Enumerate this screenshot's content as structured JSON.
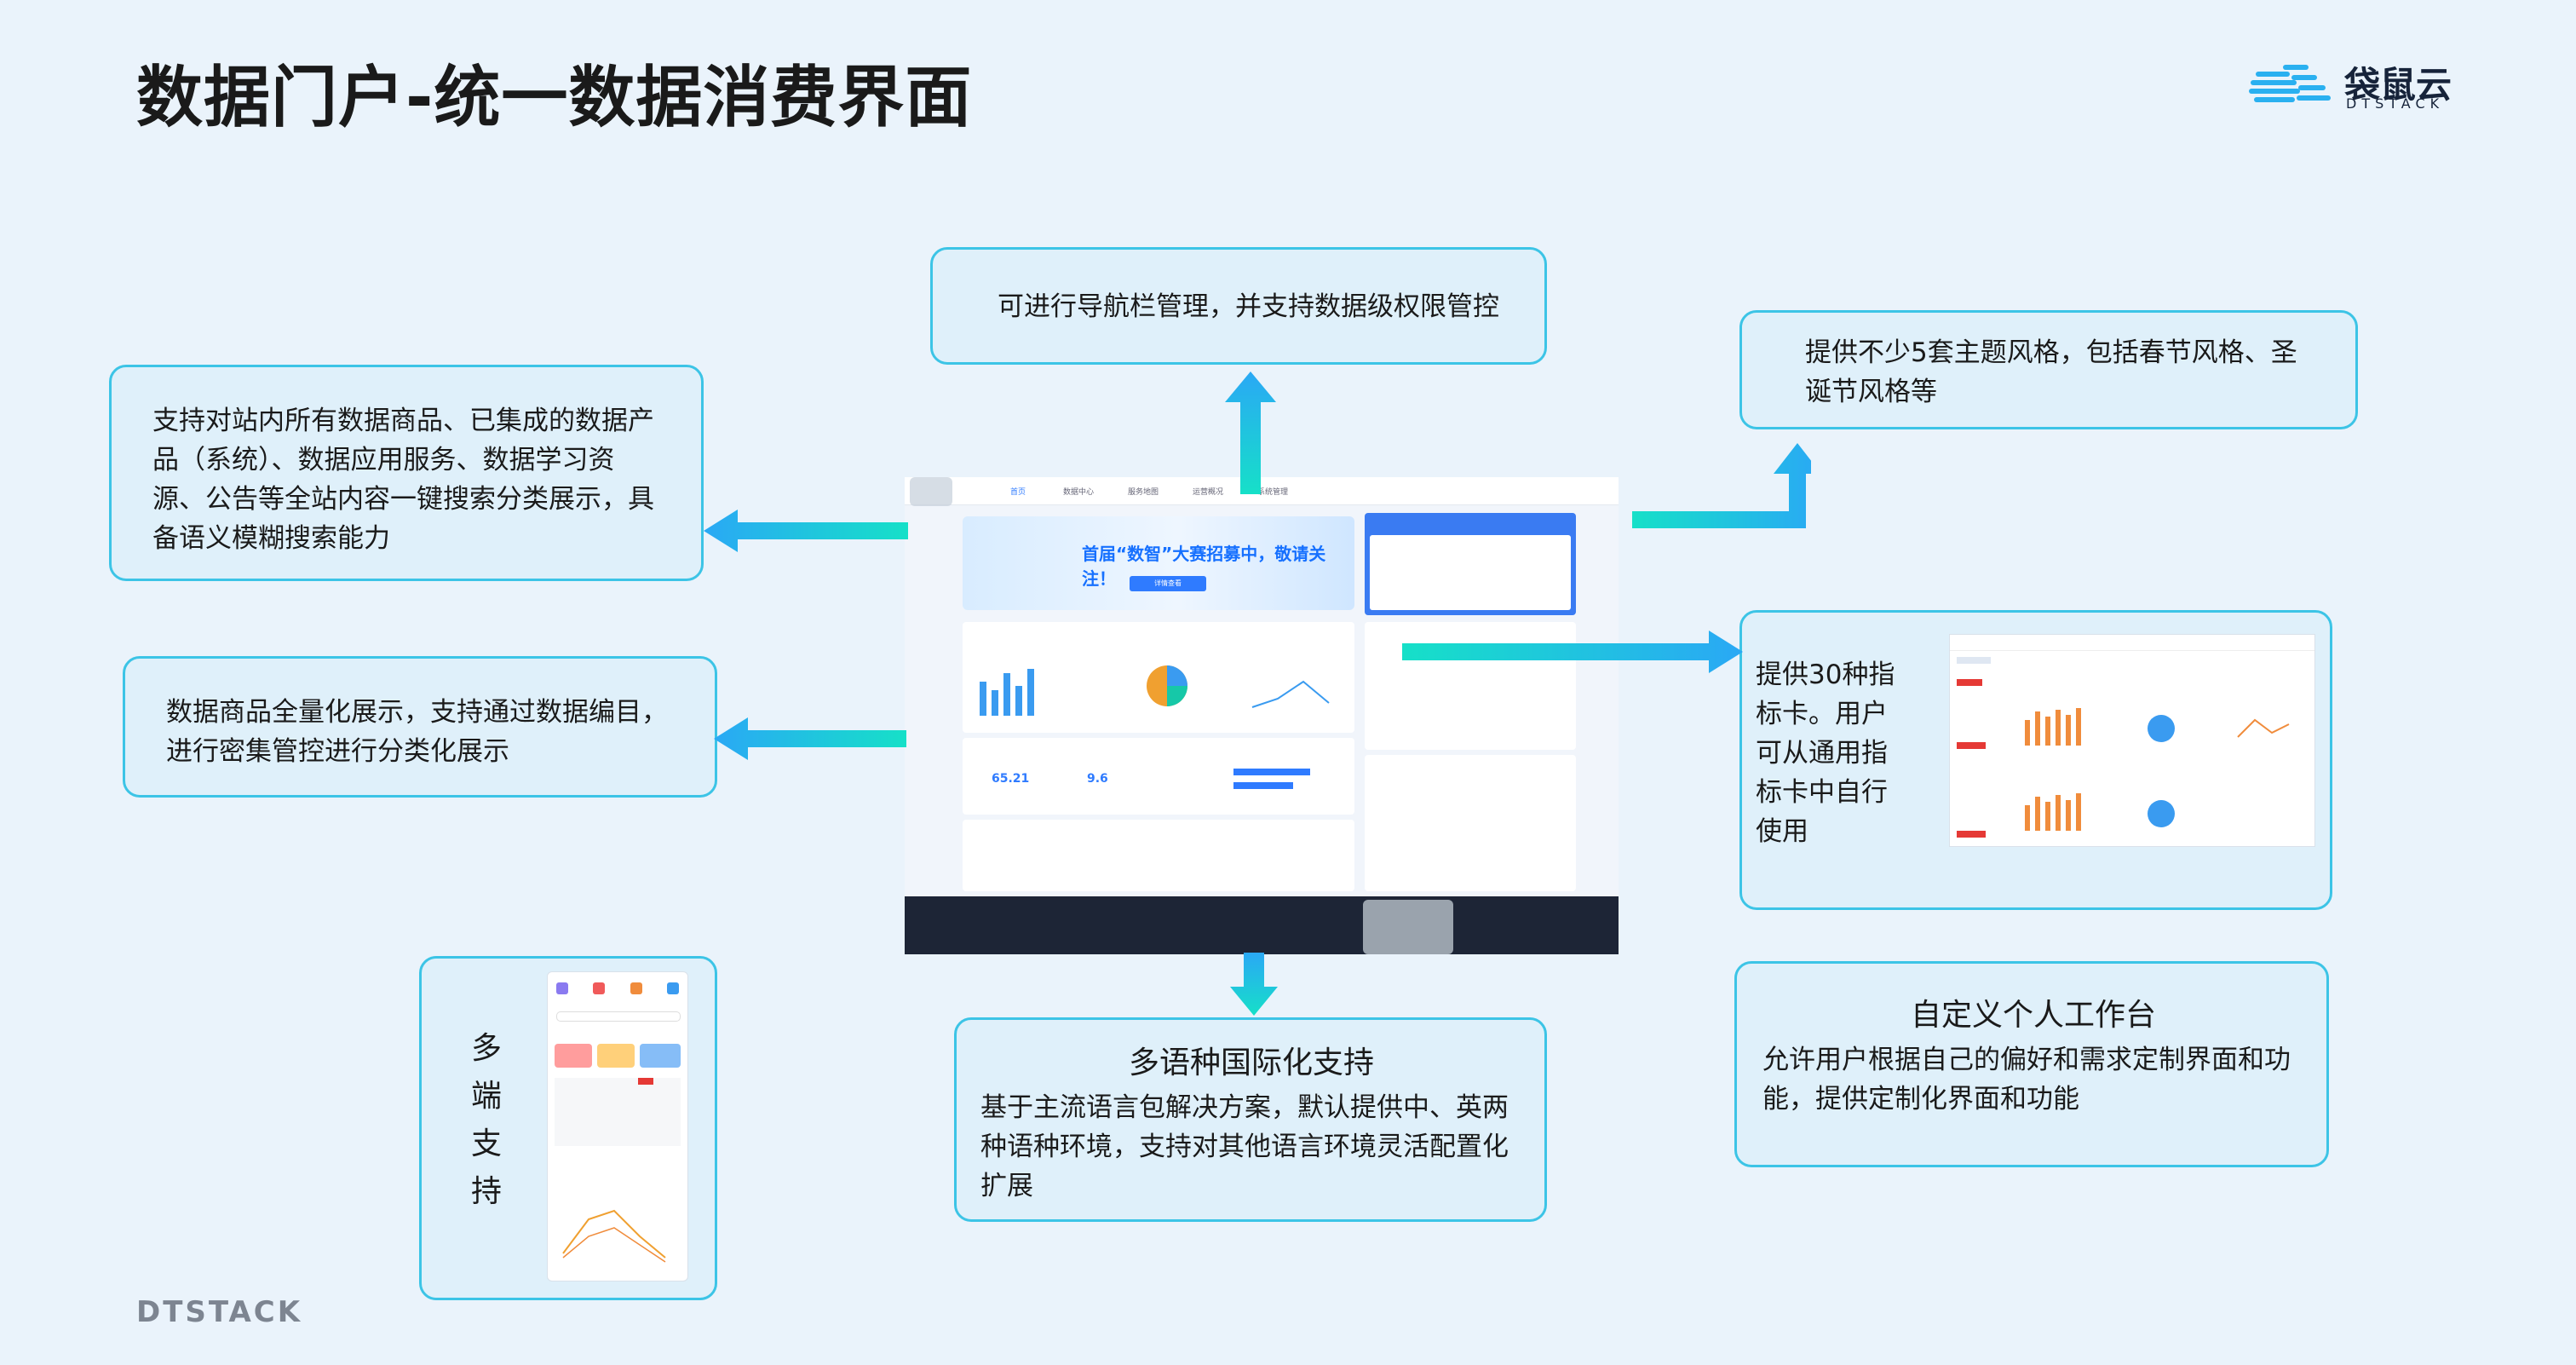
{
  "page": {
    "title": "数据门户-统一数据消费界面",
    "brand_name": "袋鼠云",
    "brand_en": "DTSTACK",
    "footer_brand": "DTSTACK"
  },
  "callouts": {
    "nav_manage": "可进行导航栏管理，并支持数据级权限管控",
    "search": "支持对站内所有数据商品、已集成的数据产品（系统）、数据应用服务、数据学习资源、公告等全站内容一键搜索分类展示，具备语义模糊搜索能力",
    "catalog": "数据商品全量化展示，支持通过数据编目，进行密集管控进行分类化展示",
    "themes": "提供不少5套主题风格，包括春节风格、圣诞节风格等",
    "indicators": "提供30种指标卡。用户可从通用指标卡中自行使用",
    "i18n_title": "多语种国际化支持",
    "i18n_body": "基于主流语言包解决方案，默认提供中、英两种语种环境，支持对其他语言环境灵活配置化扩展",
    "workbench_title": "自定义个人工作台",
    "workbench_body": "允许用户根据自己的偏好和需求定制界面和功能，提供定制化界面和功能",
    "multi_terminal": "多端支持"
  },
  "screenshot": {
    "nav": [
      "首页",
      "数据中心",
      "服务地图",
      "运营概况",
      "系统管理"
    ],
    "banner_text": "首届“数智”大赛招募中，敬请关注！",
    "banner_button": "详情查看",
    "metric_1": "65.21",
    "metric_2": "9.6"
  },
  "colors": {
    "box_bg": "#dff0fa",
    "box_border": "#3cc4e6",
    "arrow_start": "#16e0c8",
    "arrow_end": "#2aa8f5",
    "title": "#1a1a1a"
  }
}
